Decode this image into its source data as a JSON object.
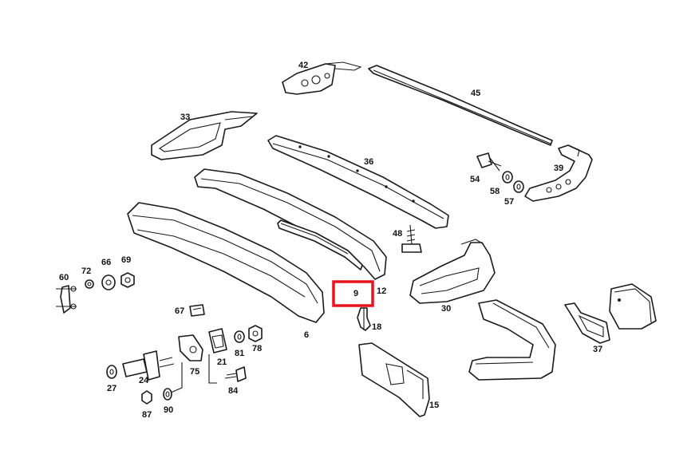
{
  "diagram": {
    "callouts": {
      "p42": "42",
      "p45": "45",
      "p33": "33",
      "p36": "36",
      "p39": "39",
      "p54": "54",
      "p58": "58",
      "p57": "57",
      "p48": "48",
      "p12": "12",
      "p9": "9",
      "p30": "30",
      "p18": "18",
      "p6": "6",
      "p60": "60",
      "p72": "72",
      "p66": "66",
      "p69": "69",
      "p67": "67",
      "p37": "37",
      "p75": "75",
      "p21": "21",
      "p81": "81",
      "p78": "78",
      "p24": "24",
      "p27": "27",
      "p84": "84",
      "p87": "87",
      "p90": "90",
      "p15": "15"
    },
    "highlight": {
      "part": "9",
      "color": "#e8131b"
    }
  }
}
